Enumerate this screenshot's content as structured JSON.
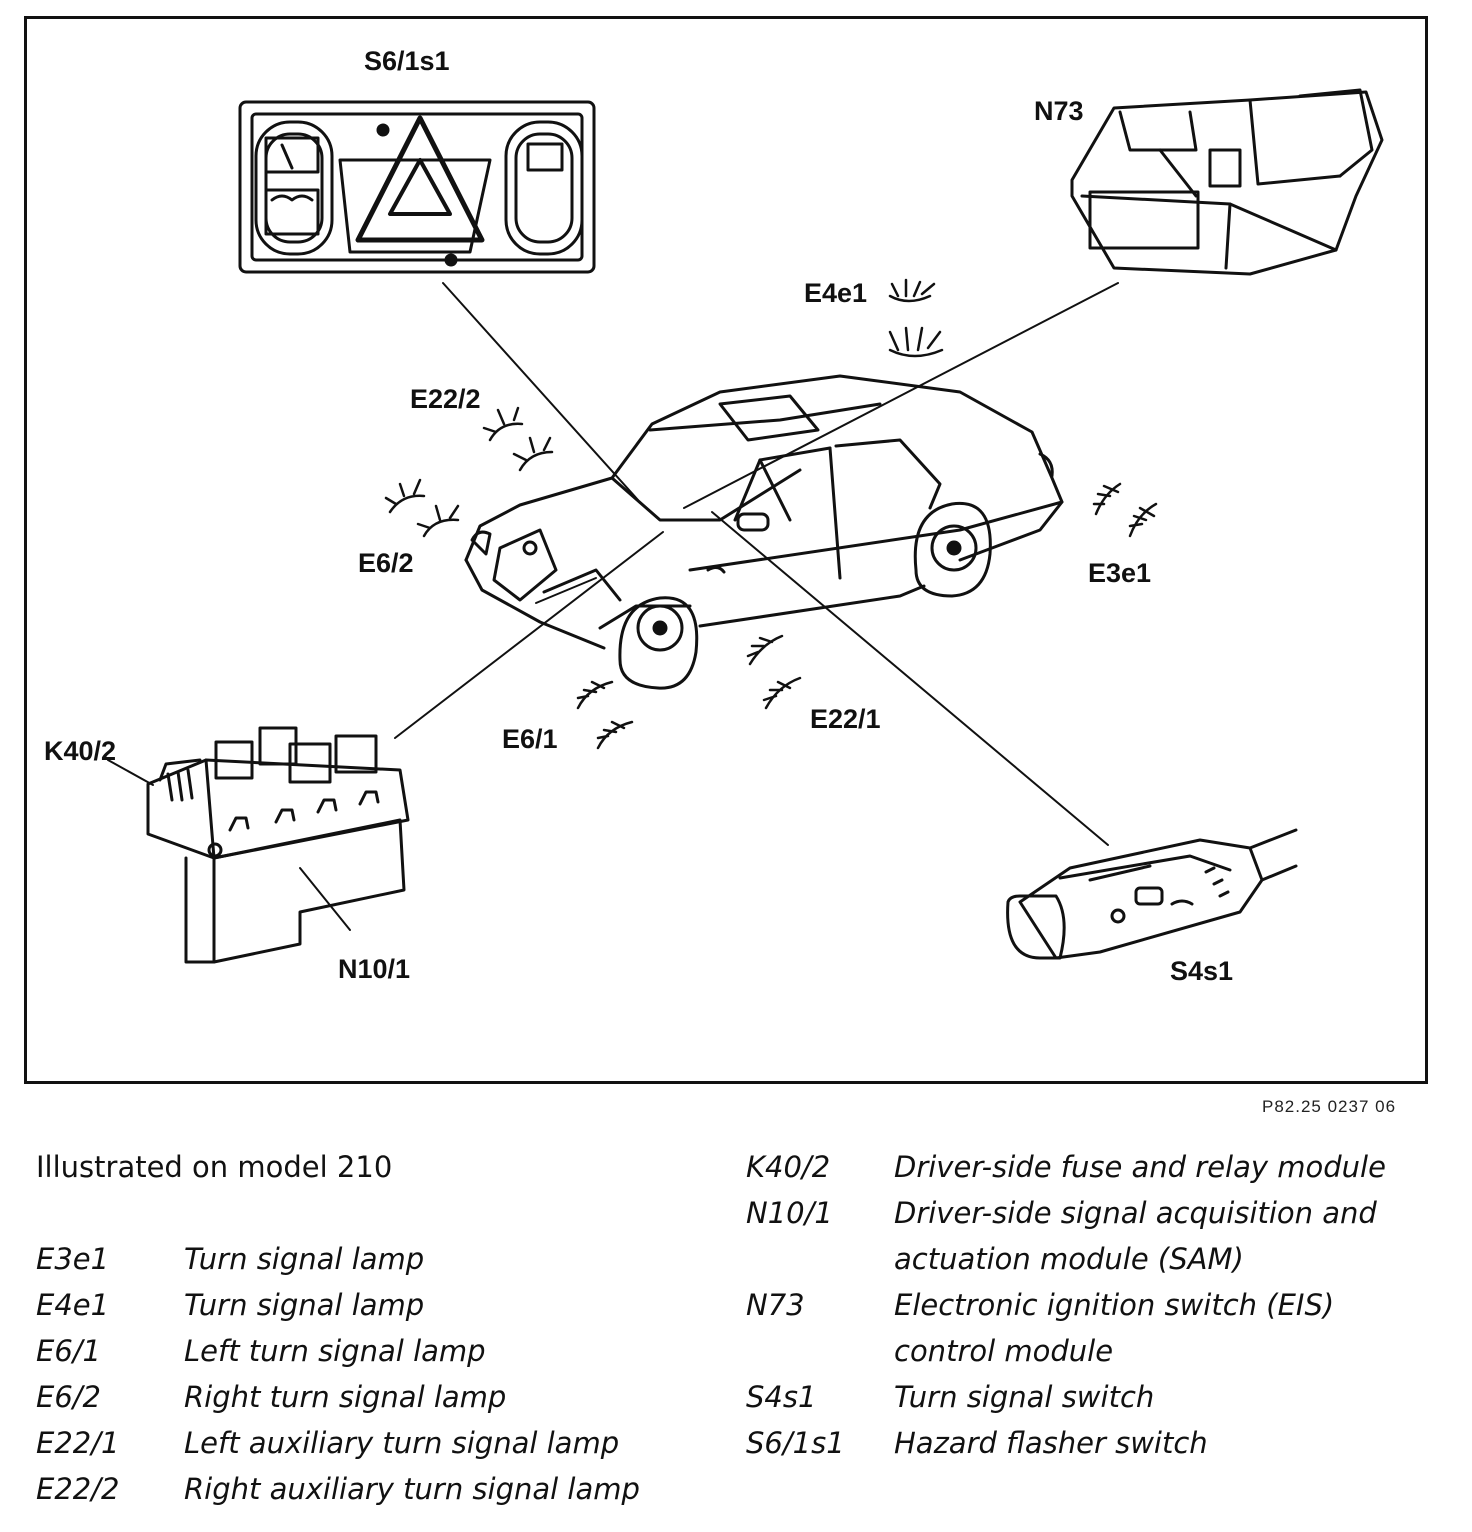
{
  "labels": {
    "s6_1s1": "S6/1s1",
    "n73": "N73",
    "e4e1": "E4e1",
    "e22_2": "E22/2",
    "e6_2": "E6/2",
    "e3e1": "E3e1",
    "k40_2": "K40/2",
    "e6_1": "E6/1",
    "e22_1": "E22/1",
    "n10_1": "N10/1",
    "s4s1": "S4s1"
  },
  "figure_code": "P82.25 0237 06",
  "caption": "Illustrated on model 210",
  "legend_left": [
    {
      "code": "E3e1",
      "desc": "Turn signal lamp"
    },
    {
      "code": "E4e1",
      "desc": "Turn signal lamp"
    },
    {
      "code": "E6/1",
      "desc": "Left turn signal lamp"
    },
    {
      "code": "E6/2",
      "desc": "Right turn signal lamp"
    },
    {
      "code": "E22/1",
      "desc": "Left auxiliary turn signal lamp"
    },
    {
      "code": "E22/2",
      "desc": "Right auxiliary turn signal lamp"
    }
  ],
  "legend_right": [
    {
      "code": "K40/2",
      "desc": "Driver-side fuse and relay module"
    },
    {
      "code": "N10/1",
      "desc": "Driver-side signal acquisition and",
      "desc2": "actuation module (SAM)"
    },
    {
      "code": "N73",
      "desc": "Electronic ignition switch (EIS)",
      "desc2": "control module"
    },
    {
      "code": "S4s1",
      "desc": "Turn signal switch"
    },
    {
      "code": "S6/1s1",
      "desc": "Hazard flasher switch"
    }
  ]
}
